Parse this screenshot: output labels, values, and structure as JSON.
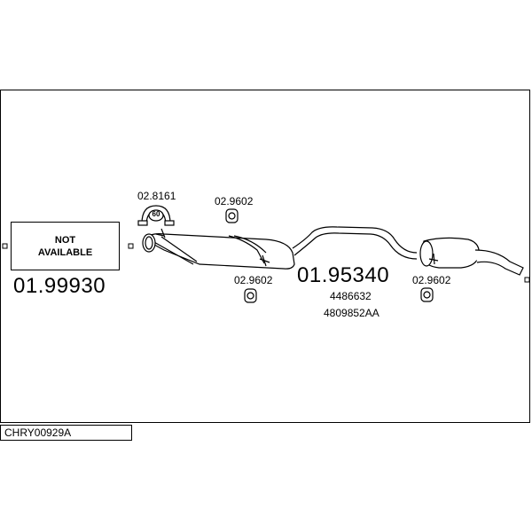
{
  "left_part": {
    "status_line1": "NOT",
    "status_line2": "AVAILABLE",
    "part_number": "01.99930"
  },
  "clamp": {
    "part_number": "02.8161",
    "size": "60"
  },
  "hangers": [
    {
      "part_number": "02.9602"
    },
    {
      "part_number": "02.9602"
    },
    {
      "part_number": "02.9602"
    }
  ],
  "main_part": {
    "part_number": "01.95340",
    "oem_number_1": "4486632",
    "oem_number_2": "4809852AA"
  },
  "diagram_code": "CHRY00929A"
}
